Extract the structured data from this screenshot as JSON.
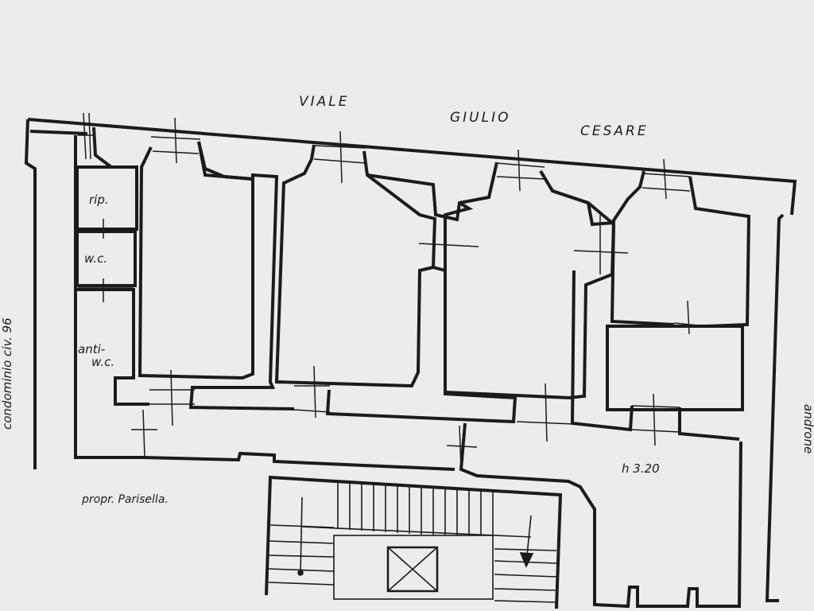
{
  "street": {
    "word1": "VIALE",
    "word2": "GIULIO",
    "word3": "CESARE"
  },
  "rooms": {
    "rip": "rip.",
    "wc": "w.c.",
    "anti_line1": "anti-",
    "anti_line2": "w.c."
  },
  "height_note": "h  3.20",
  "neighbor": "propr. Parisella.",
  "side_left": "condominio  civ.  96",
  "side_right": "androne",
  "colors": {
    "paper": "#ecedea",
    "ink": "#1b1b1b"
  }
}
